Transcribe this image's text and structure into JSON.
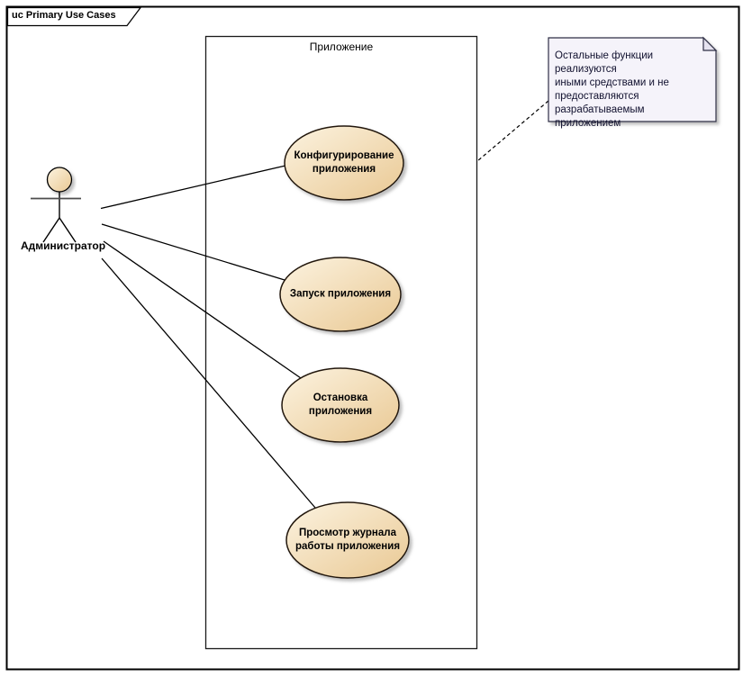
{
  "frame": {
    "title": "uc Primary Use Cases"
  },
  "system_boundary": {
    "label": "Приложение"
  },
  "actor": {
    "label": "Администратор"
  },
  "use_cases": [
    {
      "label": "Конфигурирование приложения"
    },
    {
      "label": "Запуск приложения"
    },
    {
      "label": "Остановка приложения"
    },
    {
      "label": "Просмотр журнала работы приложения"
    }
  ],
  "note": {
    "text": "Остальные функции реализуются\nиными средствами и не\nпредоставляются\nразрабатываемым приложением"
  },
  "connections": {
    "actor_associations_count": "4",
    "note_link_style": "dashed"
  },
  "colors": {
    "usecase_fill_start": "#FCF3E0",
    "usecase_fill_end": "#E9C893",
    "usecase_stroke": "#21180A",
    "note_fill": "#F5F3FA",
    "note_fold_fill": "#E6E3F0",
    "note_stroke": "#2F2F45",
    "note_text": "#10102E",
    "line": "#000000",
    "frame_stroke": "#000000"
  }
}
